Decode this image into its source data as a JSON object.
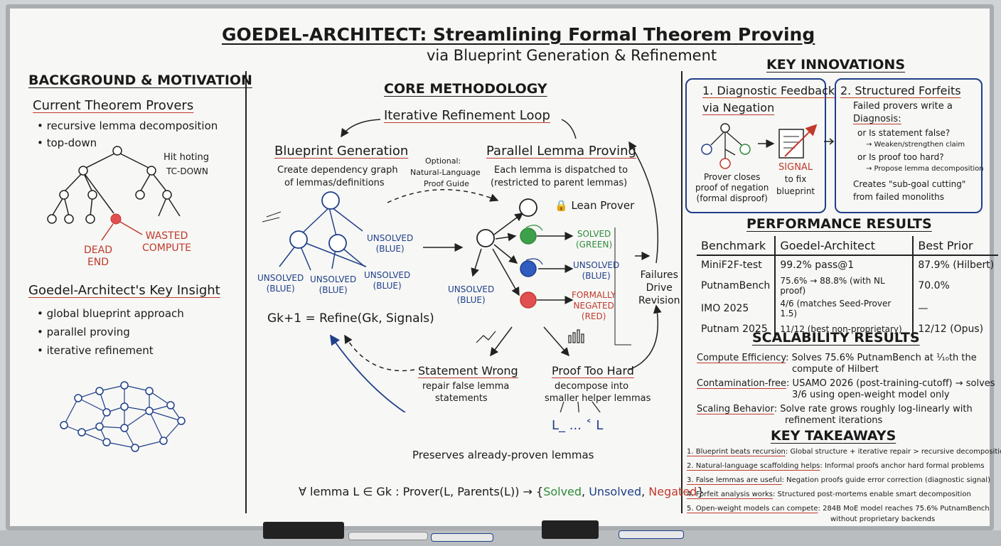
{
  "title": {
    "main": "GOEDEL-ARCHITECT: Streamlining Formal Theorem Proving",
    "line2": "via Blueprint Generation & Refinement"
  },
  "background": {
    "heading": "BACKGROUND & MOTIVATION",
    "current_heading": "Current Theorem Provers",
    "bullets": [
      "recursive lemma decomposition",
      "top-down"
    ],
    "hit_label": "Hit hoting",
    "topdown_label": "TC-DOWN",
    "dead_end": "DEAD\nEND",
    "wasted": "WASTED\nCOMPUTE",
    "insight_heading": "Goedel-Architect's Key Insight",
    "insight_bullets": [
      "global blueprint approach",
      "parallel proving",
      "iterative refinement"
    ]
  },
  "core": {
    "heading": "CORE METHODOLOGY",
    "loop_label": "Iterative Refinement Loop",
    "blueprint_heading": "Blueprint Generation",
    "blueprint_desc": [
      "Create dependency graph",
      "of lemmas/definitions"
    ],
    "optional": [
      "Optional:",
      "Natural-Language",
      "Proof Guide"
    ],
    "parallel_heading": "Parallel Lemma Proving",
    "parallel_desc": [
      "Each lemma is dispatched to",
      "(restricted to parent lemmas)"
    ],
    "lean_prover": "Lean Prover",
    "unsolved_blue": [
      "UNSOLVED",
      "(BLUE)"
    ],
    "solved_green": [
      "SOLVED",
      "(GREEN)"
    ],
    "negated_red": [
      "FORMALLY",
      "NEGATED",
      "(RED)"
    ],
    "failures": [
      "Failures",
      "Drive",
      "Revision"
    ],
    "refine_formula": "Gk+1 = Refine(Gk, Signals)",
    "statement_wrong": "Statement Wrong",
    "statement_desc": [
      "repair false lemma",
      "statements"
    ],
    "proof_too_hard": "Proof Too Hard",
    "proof_desc": [
      "decompose into",
      "smaller helper lemmas"
    ],
    "helper_seq": "L_ ... ˂ L",
    "preserves": "Preserves already-proven lemmas",
    "formula": {
      "prefix": "∀ lemma L ∈ Gk : Prover(L, Parents(L)) → {",
      "solved": "Solved",
      "sep1": ", ",
      "unsolved": "Unsolved",
      "sep2": ", ",
      "negated": "Negated",
      "suffix": "}"
    }
  },
  "innovations": {
    "heading": "KEY INNOVATIONS",
    "box1_title": [
      "1. Diagnostic Feedback",
      "via Negation"
    ],
    "box1_signal": [
      "SIGNAL",
      "to fix",
      "blueprint"
    ],
    "box1_caption": [
      "Prover closes",
      "proof of negation",
      "(formal disproof)"
    ],
    "box2_title": "2. Structured Forfeits",
    "box2_lines": [
      "Failed provers write a",
      "Diagnosis:",
      "or Is statement false?",
      "→ Weaken/strengthen claim",
      "or Is proof too hard?",
      "→ Propose lemma decomposition",
      "Creates \"sub-goal cutting\"",
      "from failed monoliths"
    ]
  },
  "performance": {
    "heading": "PERFORMANCE RESULTS",
    "columns": [
      "Benchmark",
      "Goedel-Architect",
      "Best Prior"
    ],
    "rows": [
      [
        "MiniF2F-test",
        "99.2% pass@1",
        "87.9% (Hilbert)"
      ],
      [
        "PutnamBench",
        "75.6% → 88.8% (with NL proof)",
        "70.0%"
      ],
      [
        "IMO 2025",
        "4/6 (matches Seed-Prover 1.5)",
        "—"
      ],
      [
        "Putnam 2025",
        "11/12 (best non-proprietary)",
        "12/12 (Opus)"
      ]
    ]
  },
  "scalability": {
    "heading": "SCALABILITY RESULTS",
    "items": [
      {
        "label": "Compute Efficiency",
        "text": ": Solves 75.6% PutnamBench at ¹⁄₁₀th the",
        "text2": "compute of Hilbert"
      },
      {
        "label": "Contamination-free",
        "text": ": USAMO 2026 (post-training-cutoff) → solves",
        "text2": "3/6 using open-weight model only"
      },
      {
        "label": "Scaling Behavior",
        "text": ": Solve rate grows roughly log-linearly with",
        "text2": "refinement iterations"
      }
    ]
  },
  "takeaways": {
    "heading": "KEY TAKEAWAYS",
    "items": [
      {
        "label": "1. Blueprint beats recursion",
        "text": ": Global structure + iterative repair > recursive decomposition"
      },
      {
        "label": "2. Natural-language scaffolding helps",
        "text": ": Informal proofs anchor hard formal problems"
      },
      {
        "label": "3. False lemmas are useful",
        "text": ": Negation proofs guide error correction (diagnostic signal)"
      },
      {
        "label": "4. Forfeit analysis works",
        "text": ": Structured post-mortems enable smart decomposition"
      },
      {
        "label": "5. Open-weight models can compete",
        "text": ": 284B MoE model reaches 75.6% PutnamBench",
        "text2": "without proprietary backends"
      }
    ]
  },
  "colors": {
    "blue": "#1f3f8a",
    "green": "#2e8b3a",
    "red": "#c0392b",
    "board": "#f7f7f5"
  }
}
